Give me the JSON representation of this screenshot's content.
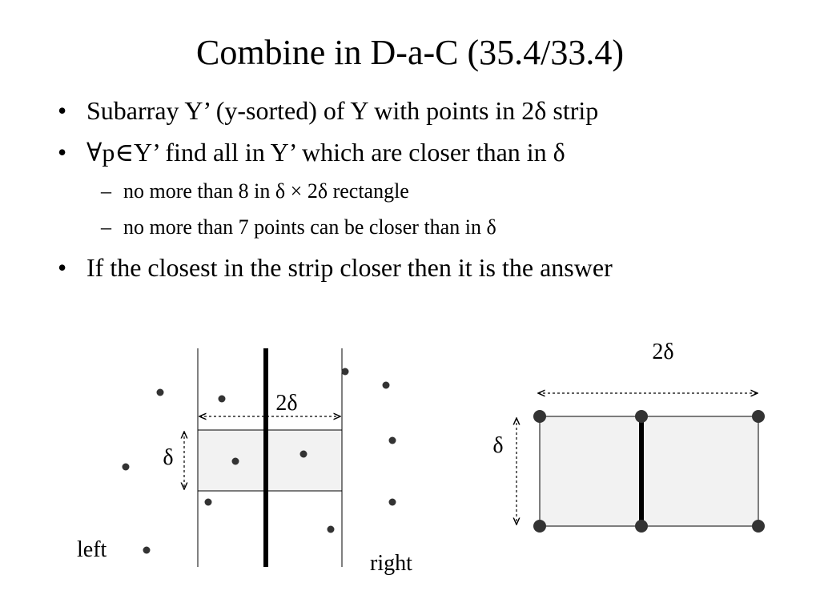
{
  "slide": {
    "title": "Combine in D-a-C (35.4/33.4)",
    "bullets": [
      {
        "marker": "•",
        "text": "Subarray Y’ (y-sorted) of Y with points in 2δ strip"
      },
      {
        "marker": "•",
        "text": "∀p∈Y’ find all in Y’ which are closer than in δ"
      },
      {
        "marker": "–",
        "text": "no more than 8 in δ × 2δ rectangle"
      },
      {
        "marker": "–",
        "text": "no more than 7 points can be closer than in δ"
      },
      {
        "marker": "•",
        "text": "If  the closest in the strip closer then it is the answer"
      }
    ]
  },
  "left_diagram": {
    "width_label": "2δ",
    "height_label": "δ",
    "left_label": "left",
    "right_label": "right"
  },
  "right_diagram": {
    "width_label": "2δ",
    "height_label": "δ"
  },
  "colors": {
    "shade": "#f2f2f2",
    "point": "#333333",
    "line": "#000000"
  }
}
